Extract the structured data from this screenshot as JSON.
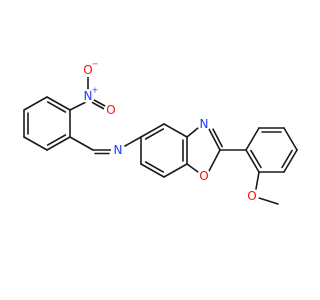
{
  "molecule": {
    "atoms": [
      {
        "id": "n_nitro",
        "label": "N",
        "charge": "+",
        "color": "#1e3cff"
      },
      {
        "id": "o_minus",
        "label": "O",
        "charge": "−",
        "color": "#ff0d0d"
      },
      {
        "id": "o_nitro2",
        "label": "O",
        "charge": "",
        "color": "#ff0d0d"
      },
      {
        "id": "n_imine",
        "label": "N",
        "charge": "",
        "color": "#1e3cff"
      },
      {
        "id": "n_oxazole",
        "label": "N",
        "charge": "",
        "color": "#1e3cff"
      },
      {
        "id": "o_oxazole",
        "label": "O",
        "charge": "",
        "color": "#ff0d0d"
      },
      {
        "id": "o_methoxy",
        "label": "O",
        "charge": "",
        "color": "#ff0d0d"
      }
    ]
  }
}
